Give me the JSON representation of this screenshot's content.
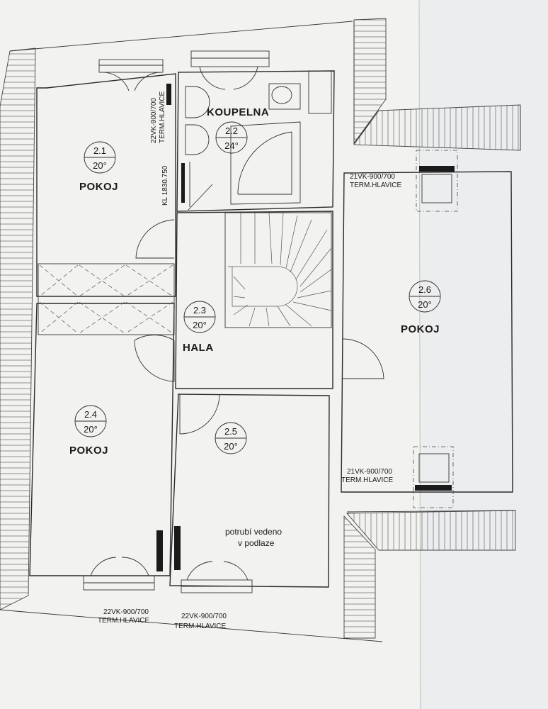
{
  "rooms": [
    {
      "id": "2.1",
      "name": "POKOJ",
      "temp": "20°"
    },
    {
      "id": "2.2",
      "name": "KOUPELNA",
      "temp": "24°"
    },
    {
      "id": "2.3",
      "name": "HALA",
      "temp": "20°"
    },
    {
      "id": "2.4",
      "name": "POKOJ",
      "temp": "20°"
    },
    {
      "id": "2.5",
      "name": "",
      "temp": "20°"
    },
    {
      "id": "2.6",
      "name": "POKOJ",
      "temp": "20°"
    }
  ],
  "labels": {
    "rad_bath_top": "22VK-900/700",
    "rad_bath_top_valve": "TERM.HLAVICE",
    "rad_bath_ladder": "KL 1830.750",
    "rad_26_top": "21VK-900/700",
    "rad_26_top_valve": "TERM.HLAVICE",
    "rad_26_bottom": "21VK-900/700",
    "rad_26_bottom_valve": "TERM.HLAVICE",
    "rad_24": "22VK-900/700",
    "rad_24_valve": "TERM.HLAVICE",
    "rad_25": "22VK-900/700",
    "rad_25_valve": "TERM.HLAVICE",
    "note_line1": "potrubí vedeno",
    "note_line2": "v podlaze"
  },
  "colors": {
    "paper": "#f2f2f0",
    "paper_right": "#ecedef",
    "line": "#2a2a2a",
    "radiator": "#1a1a1a"
  }
}
